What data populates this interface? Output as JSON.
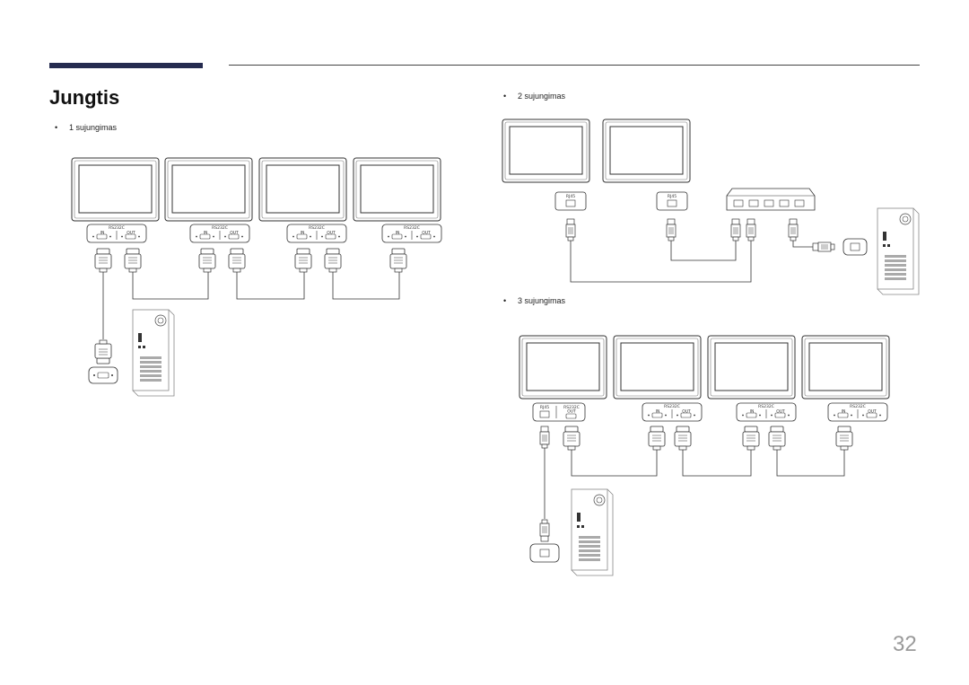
{
  "page": {
    "title": "Jungtis",
    "page_number": "32"
  },
  "sections": {
    "s1": {
      "bullet": "•",
      "label": "1 sujungimas"
    },
    "s2": {
      "bullet": "•",
      "label": "2 sujungimas"
    },
    "s3": {
      "bullet": "•",
      "label": "3 sujungimas"
    }
  },
  "port_labels": {
    "rs232c": "RS232C",
    "in": "IN",
    "out": "OUT",
    "rj45": "RJ45"
  },
  "colors": {
    "accent": "#252b4f",
    "line": "#333333"
  }
}
